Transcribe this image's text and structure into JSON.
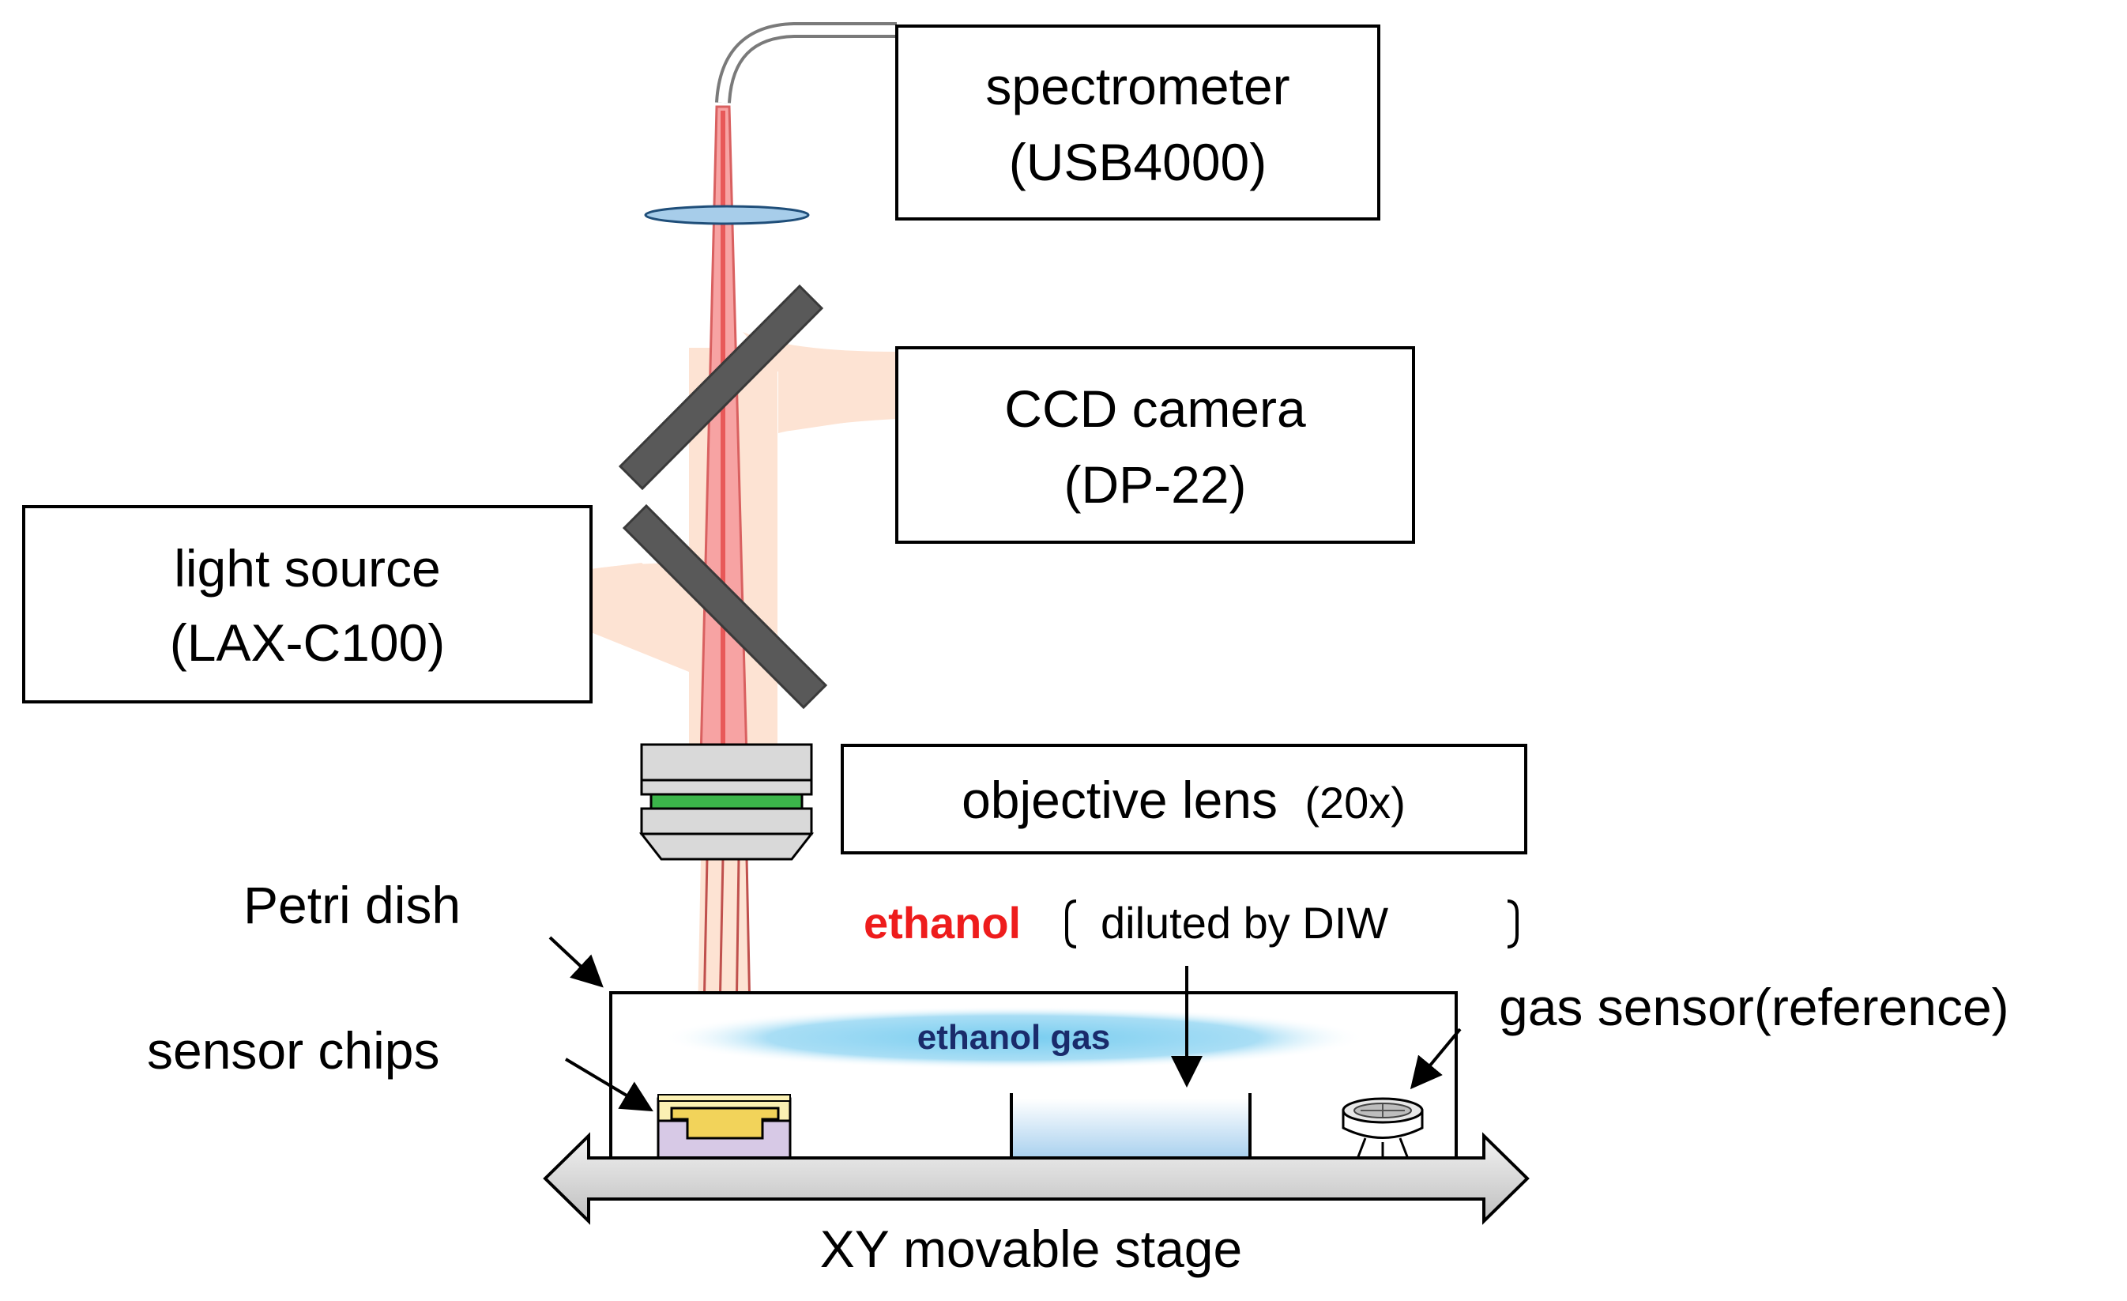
{
  "boxes": {
    "spectrometer": {
      "line1": "spectrometer",
      "line2": "(USB4000)"
    },
    "ccd_camera": {
      "line1": "CCD camera",
      "line2": "(DP-22)"
    },
    "light_source": {
      "line1": "light source",
      "line2": "(LAX-C100)"
    },
    "objective_lens": {
      "label": "objective lens",
      "magnification": "(20x)"
    }
  },
  "labels": {
    "petri_dish": "Petri dish",
    "sensor_chips": "sensor chips",
    "gas_sensor": "gas sensor(reference)",
    "ethanol": "ethanol",
    "diluted": "diluted by DIW",
    "ethanol_gas": "ethanol gas",
    "stage": "XY movable stage"
  },
  "colors": {
    "ethanol_text": "#ee1c1c",
    "light_path": "#fde3d3",
    "laser_beam": "#f26b6b",
    "gas_cloud": "#8fd6f2",
    "lens_green": "#3bb54a",
    "mirror_gray": "#595959",
    "chip_purple": "#d7c9e6",
    "chip_gold": "#f2d35a",
    "liquid_blue": "#bcdcf2",
    "stage_gray": "#d0d0d0"
  }
}
